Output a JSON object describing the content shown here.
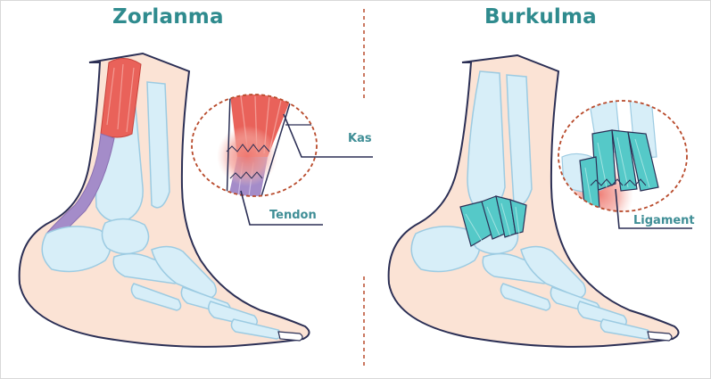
{
  "panels": [
    {
      "title": "Zorlanma",
      "callouts": [
        "Kas",
        "Tendon"
      ]
    },
    {
      "title": "Burkulma",
      "callouts": [
        "Ligament"
      ]
    }
  ],
  "colors": {
    "title": "#2f8b8e",
    "callout_text": "#3f8e96",
    "skin_fill": "#fbe3d5",
    "skin_outline": "#2b2f55",
    "bone_fill": "#d7eef8",
    "bone_outline": "#9ccbe2",
    "muscle": "#e9625a",
    "tendon": "#a48cc9",
    "ligament": "#55c9c8",
    "divider": "#b84a2b"
  }
}
